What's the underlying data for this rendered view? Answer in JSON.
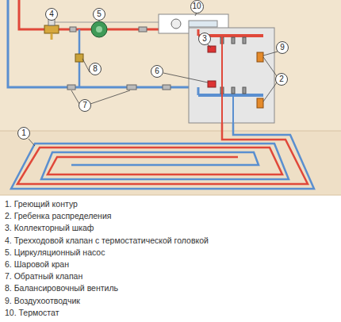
{
  "diagram": {
    "nodes": [
      {
        "text": [
          "10"
        ]
      },
      {
        "text": [
          "5"
        ]
      },
      {
        "text": [
          "4"
        ]
      },
      {
        "text": [
          "3"
        ]
      },
      {
        "text": [
          "9"
        ]
      },
      {
        "text": [
          "8"
        ]
      },
      {
        "text": [
          "6"
        ]
      },
      {
        "text": [
          "2"
        ]
      },
      {
        "text": [
          "7"
        ]
      },
      {
        "text": [
          "1"
        ]
      }
    ],
    "labels": [
      "1. Греющий контур",
      "2. Гребенка распределения",
      "3. Коллекторный шкаф",
      "4. Трехходовой клапан с термостатической головкой",
      "5. Циркуляционный насос",
      "6. Шаровой кран",
      "7. Обратный клапан",
      "8. Балансировочный вентиль",
      "9. Воздухоотводчик",
      "10. Термостат"
    ]
  }
}
